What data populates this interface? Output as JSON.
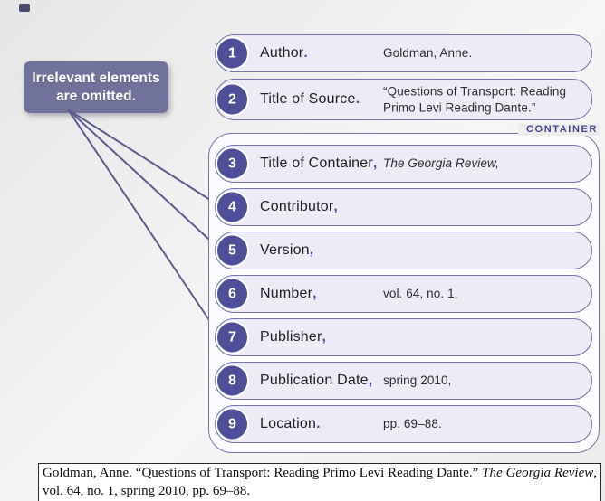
{
  "callout": {
    "line1": "Irrelevant elements",
    "line2": "are omitted."
  },
  "container_label": "CONTAINER",
  "rows": [
    {
      "num": "1",
      "label": "Author",
      "punct": ".",
      "value": "Goldman, Anne."
    },
    {
      "num": "2",
      "label": "Title of Source",
      "punct": ".",
      "value": "“Questions of Transport: Reading Primo Levi Reading Dante.”"
    },
    {
      "num": "3",
      "label": "Title of Container",
      "punct": ",",
      "value": "The Georgia Review,"
    },
    {
      "num": "4",
      "label": "Contributor",
      "punct": ",",
      "value": ""
    },
    {
      "num": "5",
      "label": "Version",
      "punct": ",",
      "value": ""
    },
    {
      "num": "6",
      "label": "Number",
      "punct": ",",
      "value": "vol. 64, no. 1,"
    },
    {
      "num": "7",
      "label": "Publisher",
      "punct": ",",
      "value": ""
    },
    {
      "num": "8",
      "label": "Publication Date",
      "punct": ",",
      "value": "spring 2010,"
    },
    {
      "num": "9",
      "label": "Location",
      "punct": ".",
      "value": "pp. 69–88."
    }
  ],
  "citation": {
    "part1": "Goldman, Anne. “Questions of Transport: Reading Primo Levi Reading Dante.” ",
    "italic": "The Georgia Review",
    "part2": ", vol. 64, no. 1, spring 2010, pp. 69–88."
  },
  "colors": {
    "accent_circle": "#4e4e99",
    "row_border": "#7470aa",
    "row_fill": "#edebf5",
    "callout_bg": "#71719d",
    "container_label_text": "#45458e",
    "connector_line": "#5b5b92"
  }
}
